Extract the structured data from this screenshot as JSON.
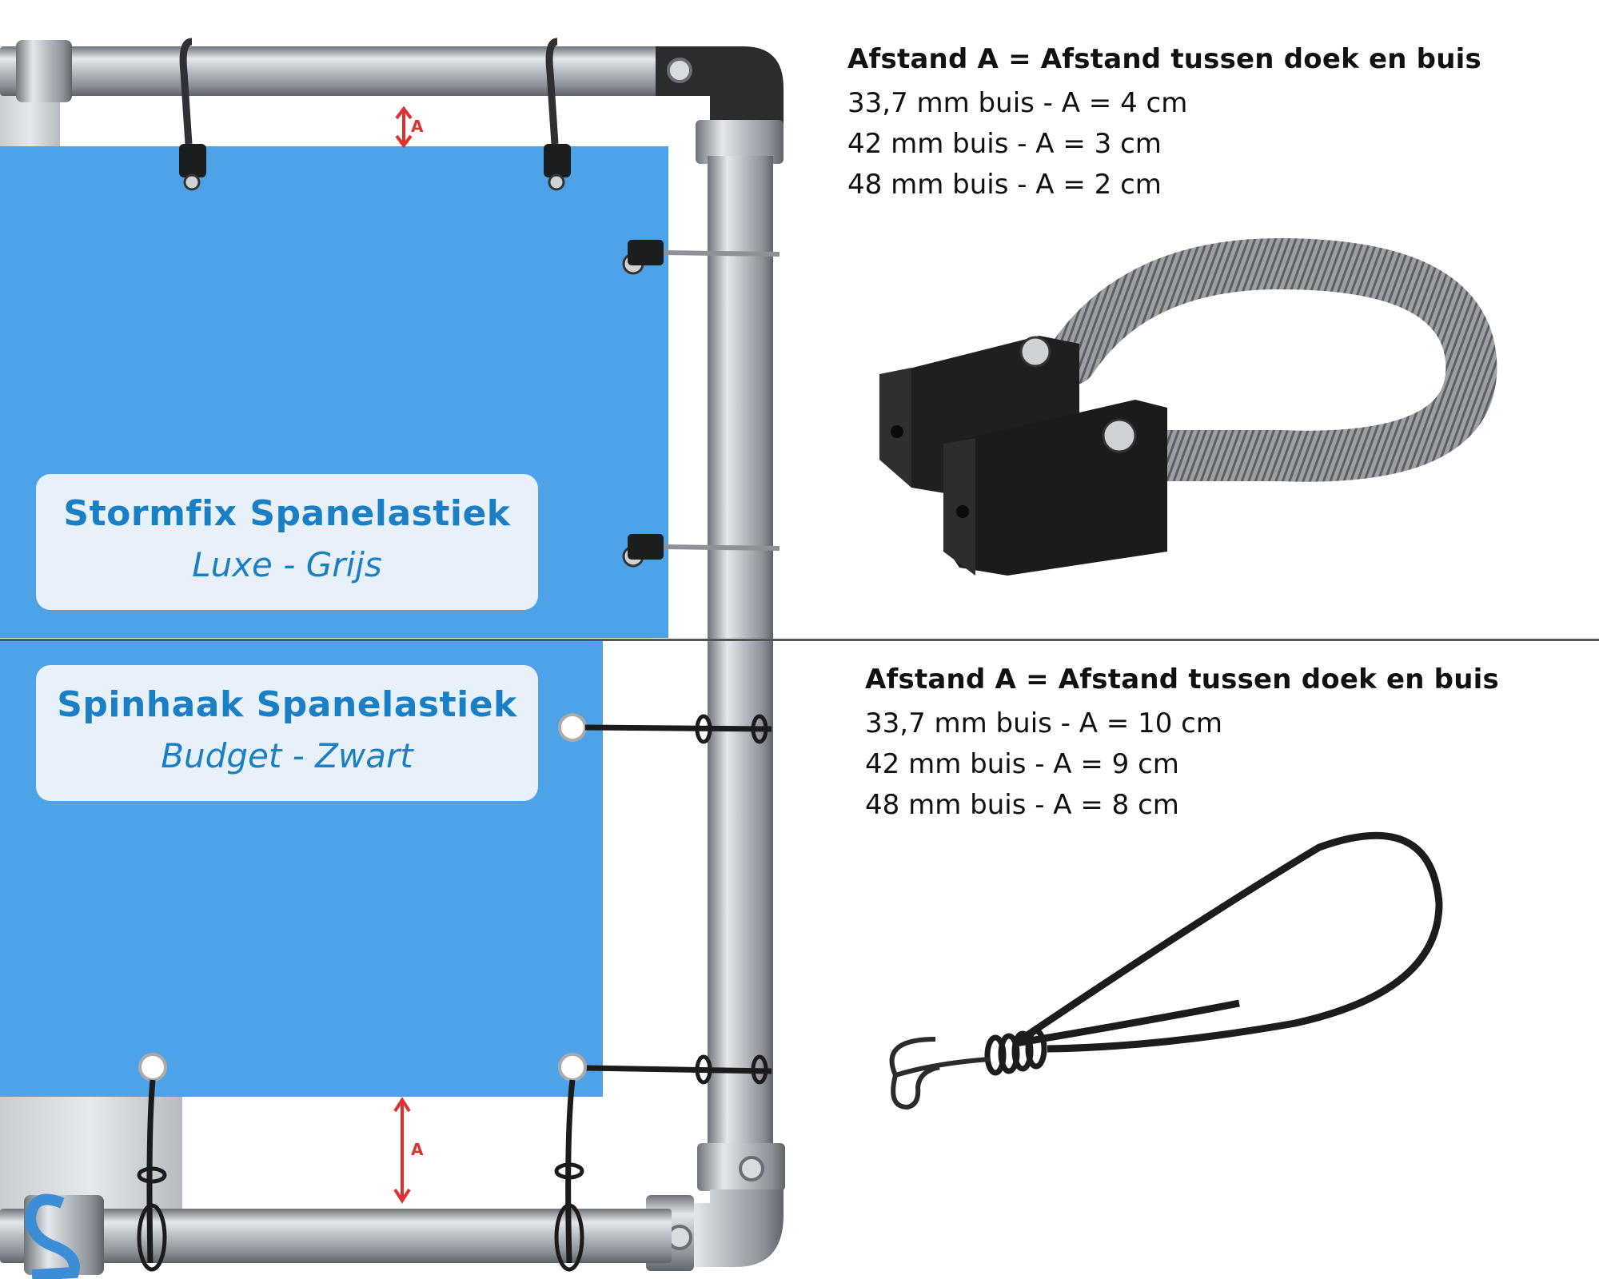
{
  "top_section": {
    "product_title": "Stormfix Spanelastiek",
    "product_subtitle": "Luxe - Grijs",
    "heading": "Afstand A = Afstand tussen doek en buis",
    "rows": [
      "33,7 mm buis - A = 4 cm",
      "42 mm buis - A = 3 cm",
      "48 mm buis - A = 2 cm"
    ],
    "distance_marker": "A"
  },
  "bottom_section": {
    "product_title": "Spinhaak Spanelastiek",
    "product_subtitle": "Budget - Zwart",
    "heading": "Afstand A = Afstand tussen doek en buis",
    "rows": [
      "33,7 mm buis - A = 10 cm",
      "42 mm buis - A = 9 cm",
      "48 mm buis - A = 8 cm"
    ],
    "distance_marker": "A"
  },
  "colors": {
    "banner_blue": "#4ea3e8",
    "label_background": "#e8f1fa",
    "label_text": "#1a7fc4",
    "marker_red": "#e03030",
    "divider": "#555555"
  },
  "icons": {
    "frame": "steel-pipe-frame",
    "luxe_product": "stormfix-grey-elastic-with-black-clamps",
    "budget_product": "black-elastic-with-hook",
    "logo": "s-logo"
  }
}
